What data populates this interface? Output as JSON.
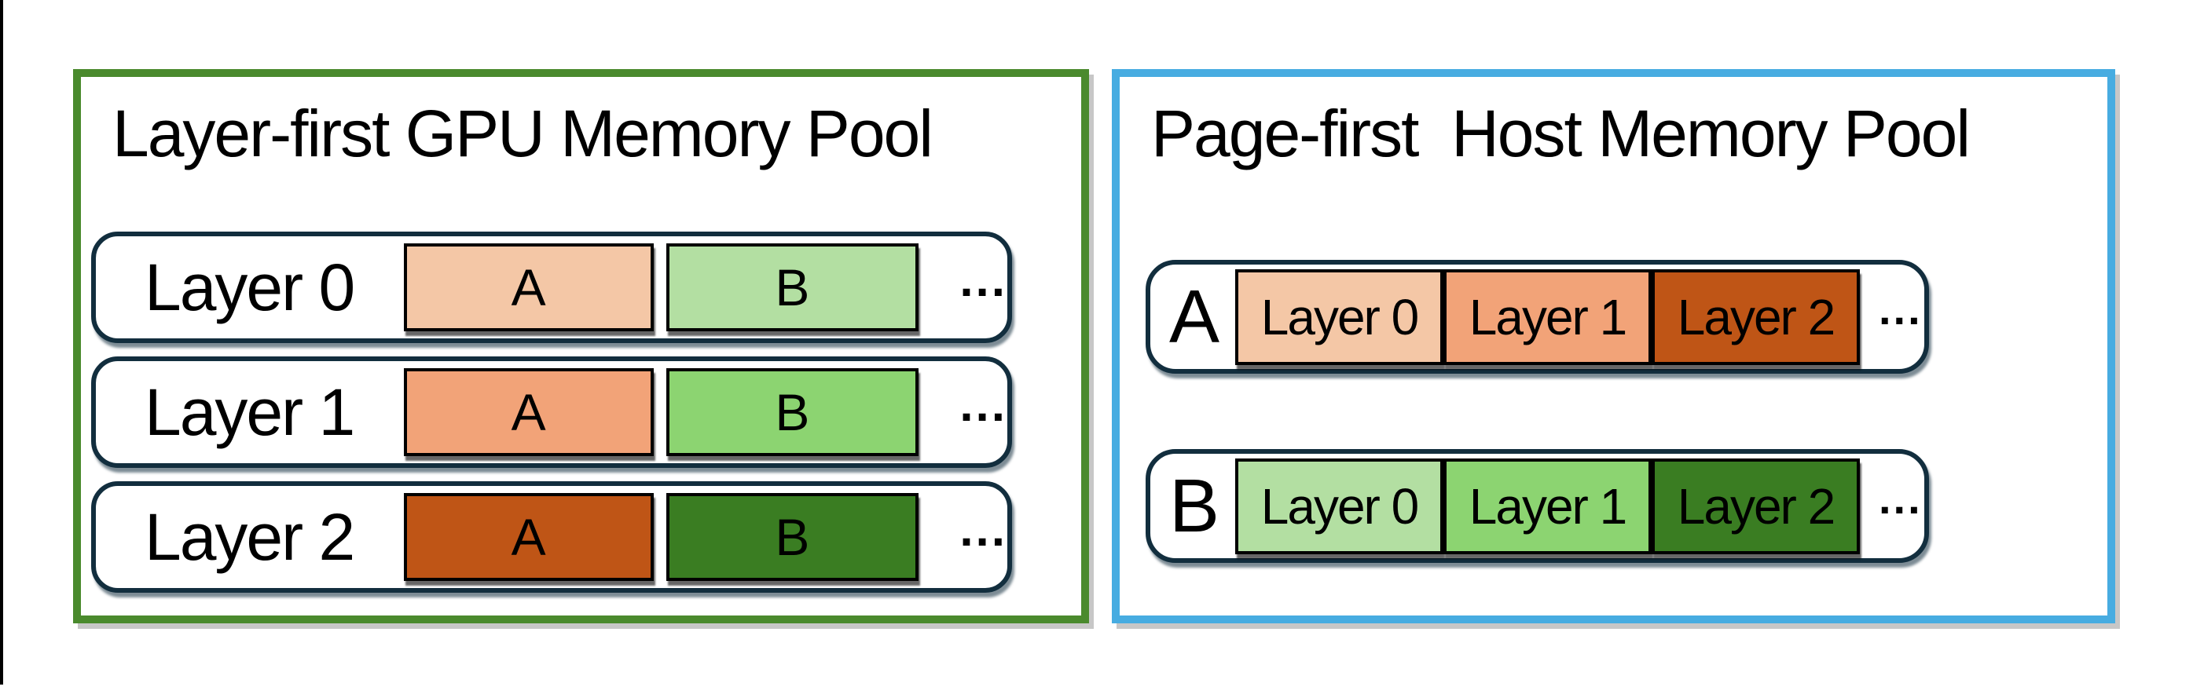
{
  "figure": {
    "background_color": "#ffffff",
    "left_edge_line_color": "#000000"
  },
  "left_panel": {
    "title": "Layer-first GPU Memory Pool",
    "border_color": "#4A8A2D",
    "row_border_color": "#122E3E",
    "rows": [
      {
        "label": "Layer 0",
        "blocks": [
          {
            "label": "A",
            "color": "#F4C7A6"
          },
          {
            "label": "B",
            "color": "#B3DFA2"
          }
        ],
        "ellipsis": "..."
      },
      {
        "label": "Layer 1",
        "blocks": [
          {
            "label": "A",
            "color": "#F2A378"
          },
          {
            "label": "B",
            "color": "#8CD471"
          }
        ],
        "ellipsis": "..."
      },
      {
        "label": "Layer 2",
        "blocks": [
          {
            "label": "A",
            "color": "#BF5516"
          },
          {
            "label": "B",
            "color": "#3A7D22"
          }
        ],
        "ellipsis": "..."
      }
    ]
  },
  "right_panel": {
    "title": "Page-first  Host Memory Pool",
    "border_color": "#47ACE1",
    "row_border_color": "#122E3E",
    "rows": [
      {
        "label": "A",
        "blocks": [
          {
            "label": "Layer 0",
            "color": "#F4C7A6"
          },
          {
            "label": "Layer 1",
            "color": "#F2A378"
          },
          {
            "label": "Layer 2",
            "color": "#BF5516"
          }
        ],
        "ellipsis": "..."
      },
      {
        "label": "B",
        "blocks": [
          {
            "label": "Layer 0",
            "color": "#B3DFA2"
          },
          {
            "label": "Layer 1",
            "color": "#8CD471"
          },
          {
            "label": "Layer 2",
            "color": "#3A7D22"
          }
        ],
        "ellipsis": "..."
      }
    ]
  }
}
